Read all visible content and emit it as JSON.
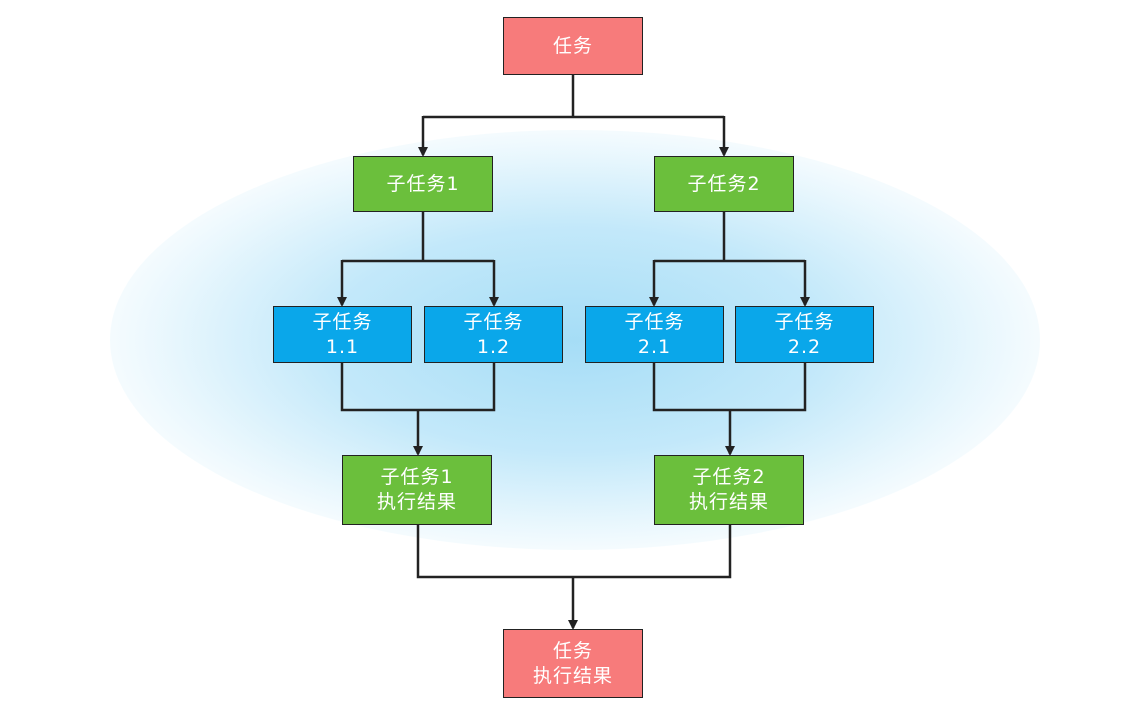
{
  "diagram": {
    "root": {
      "label": "任务"
    },
    "sub1": {
      "label": "子任务1"
    },
    "sub2": {
      "label": "子任务2"
    },
    "sub11": {
      "line1": "子任务",
      "line2": "1.1"
    },
    "sub12": {
      "line1": "子任务",
      "line2": "1.2"
    },
    "sub21": {
      "line1": "子任务",
      "line2": "2.1"
    },
    "sub22": {
      "line1": "子任务",
      "line2": "2.2"
    },
    "result1": {
      "line1": "子任务1",
      "line2": "执行结果"
    },
    "result2": {
      "line1": "子任务2",
      "line2": "执行结果"
    },
    "final": {
      "line1": "任务",
      "line2": "执行结果"
    },
    "colors": {
      "task": "#f77b7b",
      "subtask": "#6bbf3c",
      "leaf": "#0aa7ea",
      "edge": "#222222"
    }
  }
}
